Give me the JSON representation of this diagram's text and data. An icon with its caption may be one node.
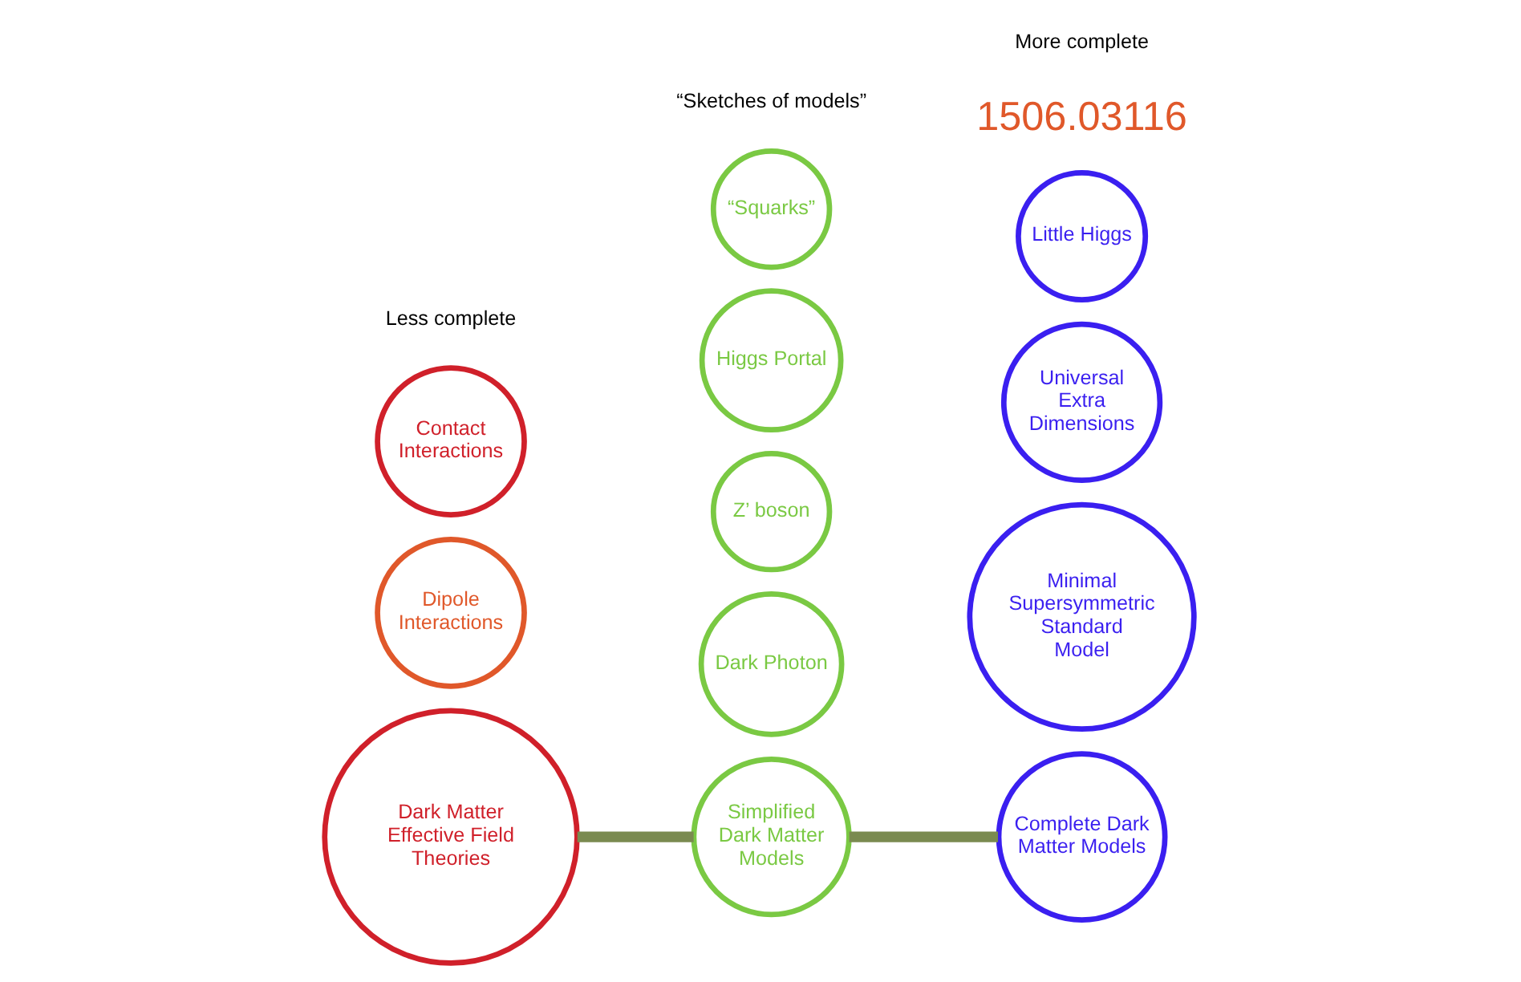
{
  "diagram": {
    "nodes": [
      {
        "text": [
          "Dark Matter Effective Field Theories"
        ]
      },
      {
        "text": [
          "Dipole Interactions"
        ]
      },
      {
        "text": [
          "Contact Interactions"
        ]
      },
      {
        "text": [
          "Dark Photon"
        ]
      },
      {
        "text": [
          "Z’ boson"
        ]
      },
      {
        "text": [
          "Simplified Dark Matter Models"
        ]
      },
      {
        "text": [
          "Higgs Portal"
        ]
      },
      {
        "text": [
          "“Squarks”"
        ]
      },
      {
        "text": [
          "Minimal Supersymmetric Standard Model"
        ]
      },
      {
        "text": [
          "Complete Dark Matter Models"
        ]
      },
      {
        "text": [
          "Universal Extra Dimensions"
        ]
      },
      {
        "text": [
          "Little Higgs"
        ]
      }
    ],
    "edges": [
      {
        "from": 0,
        "to": 5,
        "arrow": "none"
      },
      {
        "from": 5,
        "to": 9,
        "arrow": "none"
      }
    ],
    "labels": [
      "Less complete",
      "1506.03116",
      "“Sketches of models”",
      "More complete"
    ]
  }
}
